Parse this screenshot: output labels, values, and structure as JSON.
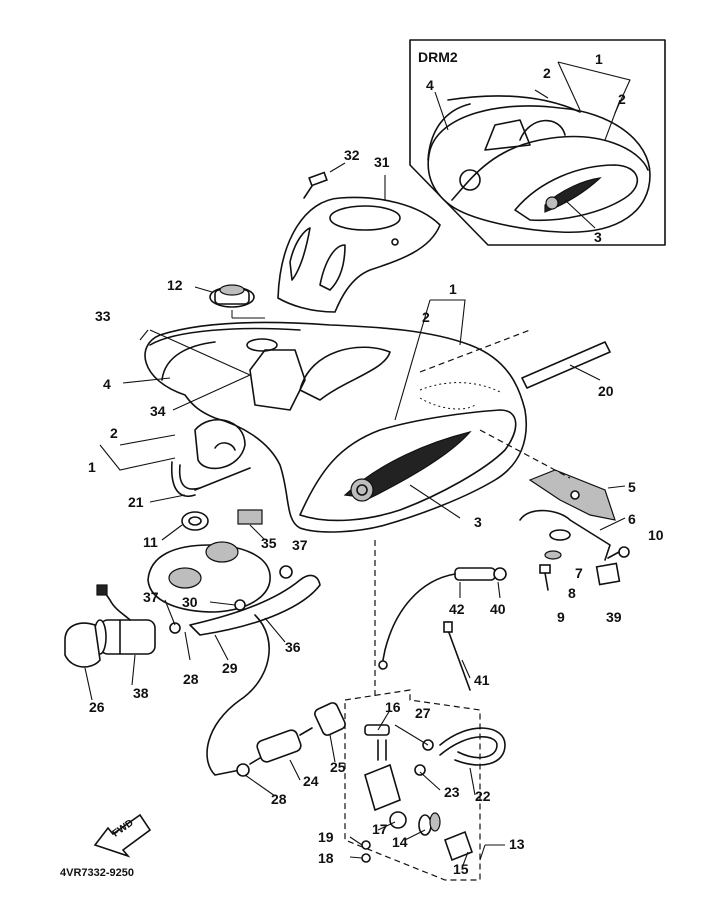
{
  "inset": {
    "title": "DRM2"
  },
  "figure_code": "4VR7332-9250",
  "fwd_arrow": {
    "text": "FWD",
    "icon": "forward-arrow-icon"
  },
  "callouts": [
    {
      "id": "c1a",
      "text": "1"
    },
    {
      "id": "c2a",
      "text": "2"
    },
    {
      "id": "c2b",
      "text": "2"
    },
    {
      "id": "c4a",
      "text": "4"
    },
    {
      "id": "c3a",
      "text": "3"
    },
    {
      "id": "c32",
      "text": "32"
    },
    {
      "id": "c31",
      "text": "31"
    },
    {
      "id": "c12",
      "text": "12"
    },
    {
      "id": "c33",
      "text": "33"
    },
    {
      "id": "c1b",
      "text": "1"
    },
    {
      "id": "c2c",
      "text": "2"
    },
    {
      "id": "c4b",
      "text": "4"
    },
    {
      "id": "c34",
      "text": "34"
    },
    {
      "id": "c2d",
      "text": "2"
    },
    {
      "id": "c1c",
      "text": "1"
    },
    {
      "id": "c20",
      "text": "20"
    },
    {
      "id": "c21",
      "text": "21"
    },
    {
      "id": "c3b",
      "text": "3"
    },
    {
      "id": "c5",
      "text": "5"
    },
    {
      "id": "c6",
      "text": "6"
    },
    {
      "id": "c11",
      "text": "11"
    },
    {
      "id": "c35",
      "text": "35"
    },
    {
      "id": "c37a",
      "text": "37"
    },
    {
      "id": "c10",
      "text": "10"
    },
    {
      "id": "c7",
      "text": "7"
    },
    {
      "id": "c8",
      "text": "8"
    },
    {
      "id": "c9",
      "text": "9"
    },
    {
      "id": "c39",
      "text": "39"
    },
    {
      "id": "c37b",
      "text": "37"
    },
    {
      "id": "c30",
      "text": "30"
    },
    {
      "id": "c42",
      "text": "42"
    },
    {
      "id": "c40",
      "text": "40"
    },
    {
      "id": "c36",
      "text": "36"
    },
    {
      "id": "c28a",
      "text": "28"
    },
    {
      "id": "c29",
      "text": "29"
    },
    {
      "id": "c38",
      "text": "38"
    },
    {
      "id": "c26",
      "text": "26"
    },
    {
      "id": "c41",
      "text": "41"
    },
    {
      "id": "c16",
      "text": "16"
    },
    {
      "id": "c27",
      "text": "27"
    },
    {
      "id": "c25",
      "text": "25"
    },
    {
      "id": "c24",
      "text": "24"
    },
    {
      "id": "c28b",
      "text": "28"
    },
    {
      "id": "c23",
      "text": "23"
    },
    {
      "id": "c22",
      "text": "22"
    },
    {
      "id": "c17",
      "text": "17"
    },
    {
      "id": "c14",
      "text": "14"
    },
    {
      "id": "c19",
      "text": "19"
    },
    {
      "id": "c18",
      "text": "18"
    },
    {
      "id": "c15",
      "text": "15"
    },
    {
      "id": "c13",
      "text": "13"
    }
  ]
}
